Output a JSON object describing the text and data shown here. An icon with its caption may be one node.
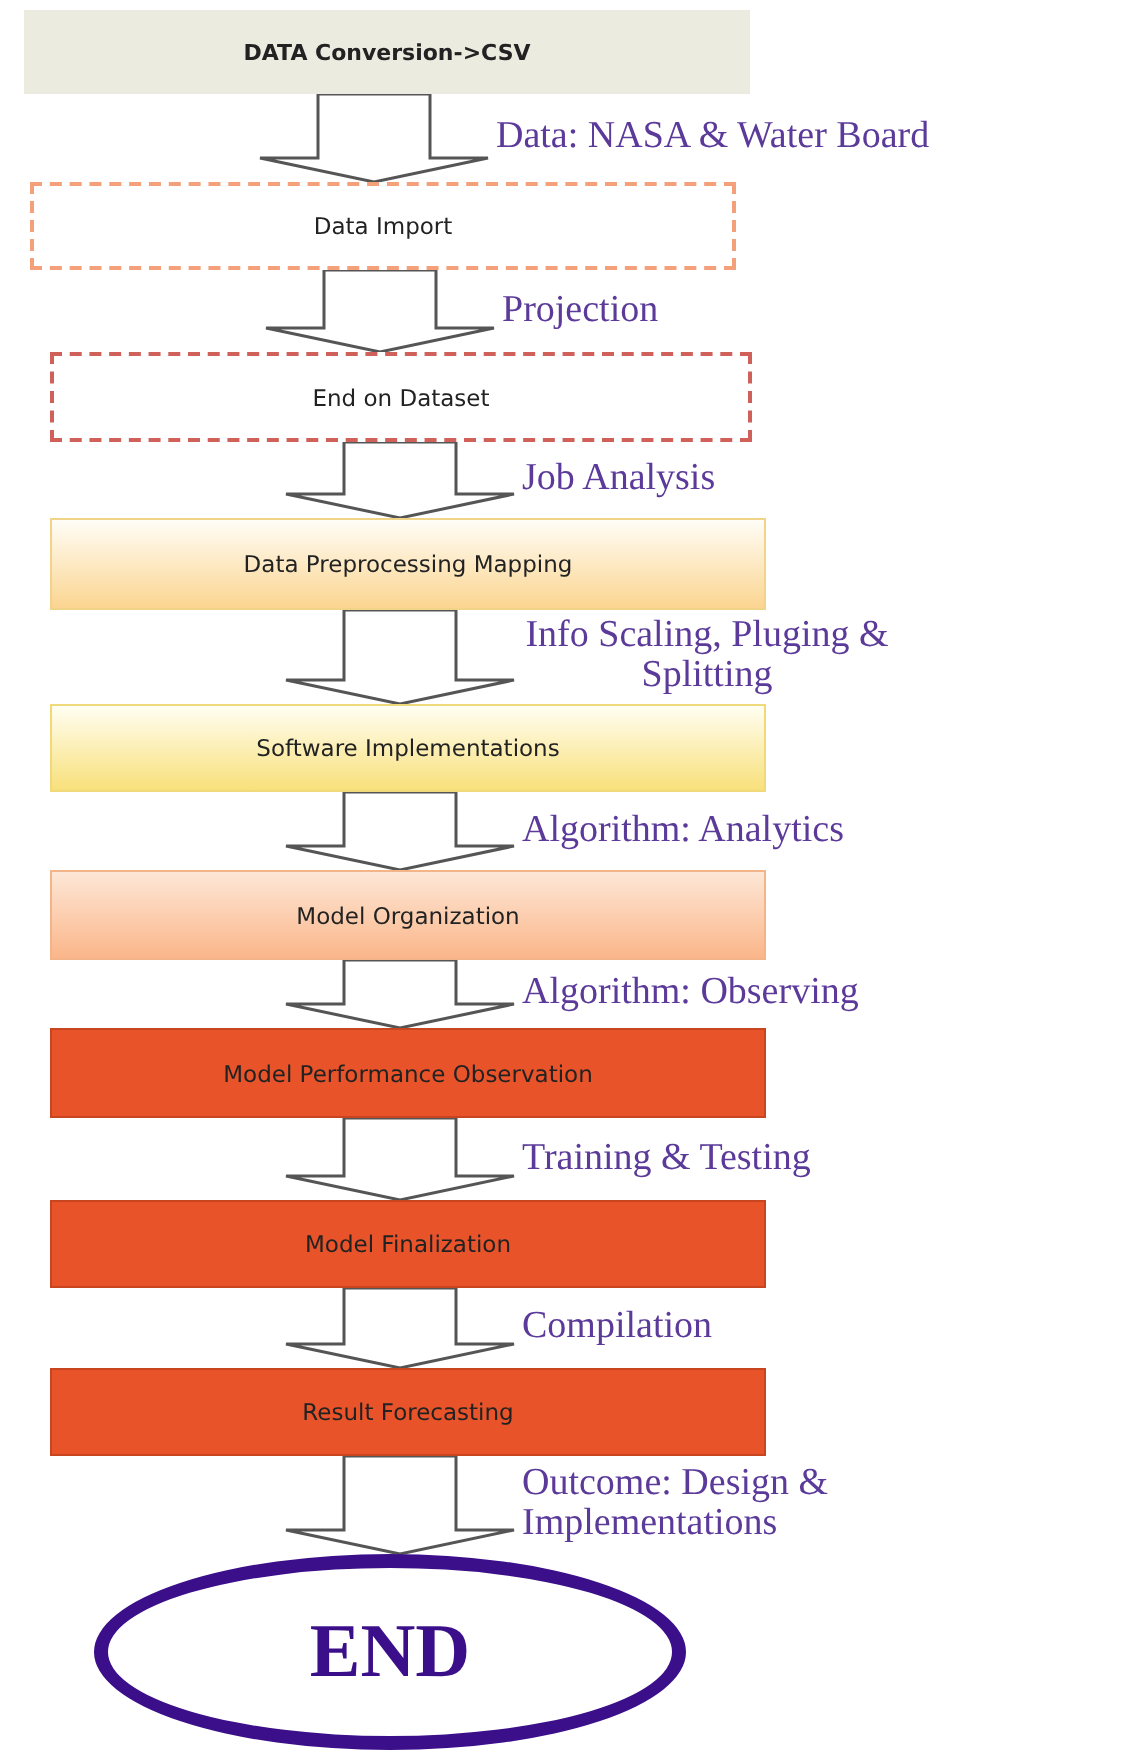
{
  "diagram": {
    "nodes": [
      {
        "text": [
          "DATA Conversion->CSV"
        ]
      },
      {
        "text": [
          "Data Import"
        ]
      },
      {
        "text": [
          "End on Dataset"
        ]
      },
      {
        "text": [
          "Data Preprocessing Mapping"
        ]
      },
      {
        "text": [
          "Software Implementations"
        ]
      },
      {
        "text": [
          "Model Organization"
        ]
      },
      {
        "text": [
          "Model Performance Observation"
        ]
      },
      {
        "text": [
          "Model Finalization"
        ]
      },
      {
        "text": [
          "Result Forecasting"
        ]
      },
      {
        "text": [
          "END"
        ]
      }
    ],
    "edges": [
      {
        "from": 0,
        "to": 1,
        "arrow": "to",
        "label": "Data: NASA & Water Board"
      },
      {
        "from": 1,
        "to": 2,
        "arrow": "to",
        "label": "Projection"
      },
      {
        "from": 2,
        "to": 3,
        "arrow": "to",
        "label": "Job Analysis"
      },
      {
        "from": 3,
        "to": 4,
        "arrow": "to",
        "label": "Info Scaling, Pluging & Splitting"
      },
      {
        "from": 4,
        "to": 5,
        "arrow": "to",
        "label": "Algorithm: Analytics"
      },
      {
        "from": 5,
        "to": 6,
        "arrow": "to",
        "label": "Algorithm: Observing"
      },
      {
        "from": 6,
        "to": 7,
        "arrow": "to",
        "label": "Training & Testing"
      },
      {
        "from": 7,
        "to": 8,
        "arrow": "to",
        "label": "Compilation"
      },
      {
        "from": 8,
        "to": 9,
        "arrow": "to",
        "label": "Outcome: Design & Implementations"
      }
    ]
  }
}
